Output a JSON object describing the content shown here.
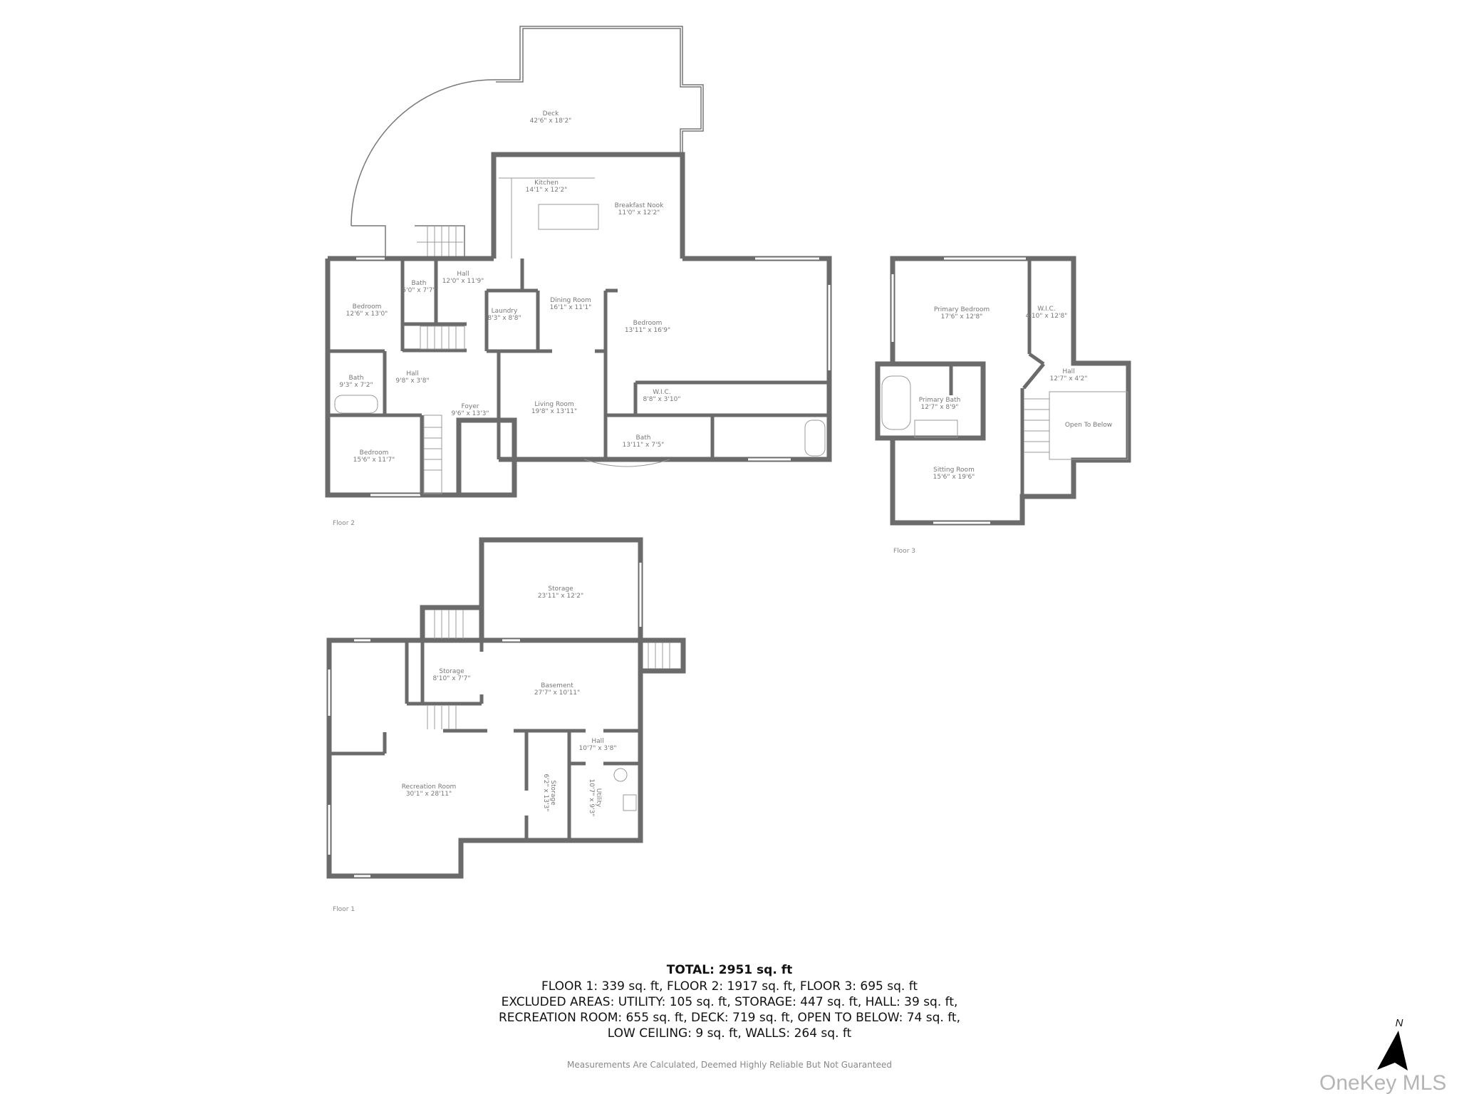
{
  "floor2": {
    "label": "Floor 2",
    "rooms": [
      {
        "name": "Deck",
        "dims": "42'6\" x 18'2\""
      },
      {
        "name": "Kitchen",
        "dims": "14'1\" x 12'2\""
      },
      {
        "name": "Breakfast Nook",
        "dims": "11'0\" x 12'2\""
      },
      {
        "name": "Hall",
        "dims": "12'0\" x 11'9\""
      },
      {
        "name": "Bath",
        "dims": "5'0\" x 7'7\""
      },
      {
        "name": "Bedroom",
        "dims": "12'6\" x 13'0\""
      },
      {
        "name": "Laundry",
        "dims": "8'3\" x 8'8\""
      },
      {
        "name": "Dining Room",
        "dims": "16'1\" x 11'1\""
      },
      {
        "name": "Bedroom",
        "dims": "13'11\" x 16'9\""
      },
      {
        "name": "Bath",
        "dims": "9'3\" x 7'2\""
      },
      {
        "name": "Hall",
        "dims": "9'8\" x 3'8\""
      },
      {
        "name": "Foyer",
        "dims": "9'6\" x 13'3\""
      },
      {
        "name": "Living Room",
        "dims": "19'8\" x 13'11\""
      },
      {
        "name": "W.I.C.",
        "dims": "8'8\" x 3'10\""
      },
      {
        "name": "Bath",
        "dims": "13'11\" x 7'5\""
      },
      {
        "name": "Bedroom",
        "dims": "15'6\" x 11'7\""
      }
    ]
  },
  "floor3": {
    "label": "Floor 3",
    "rooms": [
      {
        "name": "Primary Bedroom",
        "dims": "17'6\" x 12'8\""
      },
      {
        "name": "W.I.C.",
        "dims": "4'10\" x 12'8\""
      },
      {
        "name": "Hall",
        "dims": "12'7\" x 4'2\""
      },
      {
        "name": "Primary Bath",
        "dims": "12'7\" x 8'9\""
      },
      {
        "name": "Open To Below",
        "dims": ""
      },
      {
        "name": "Sitting Room",
        "dims": "15'6\" x 19'6\""
      }
    ]
  },
  "floor1": {
    "label": "Floor 1",
    "rooms": [
      {
        "name": "Storage",
        "dims": "23'11\" x 12'2\""
      },
      {
        "name": "Storage",
        "dims": "8'10\" x 7'7\""
      },
      {
        "name": "Basement",
        "dims": "27'7\" x 10'11\""
      },
      {
        "name": "Hall",
        "dims": "10'7\" x 3'8\""
      },
      {
        "name": "Recreation Room",
        "dims": "30'1\" x 28'11\""
      },
      {
        "name": "Storage",
        "dims": "6'2\" x 13'3\""
      },
      {
        "name": "Utility",
        "dims": "10'7\" x 9'3\""
      }
    ]
  },
  "summary": {
    "total": "TOTAL: 2951 sq. ft",
    "lines": [
      "FLOOR 1: 339 sq. ft, FLOOR 2: 1917 sq. ft, FLOOR 3: 695 sq. ft",
      "EXCLUDED AREAS: UTILITY: 105 sq. ft, STORAGE: 447 sq. ft, HALL: 39 sq. ft,",
      "RECREATION ROOM: 655 sq. ft, DECK: 719 sq. ft, OPEN TO BELOW: 74 sq. ft,",
      "LOW CEILING: 9 sq. ft, WALLS: 264 sq. ft"
    ],
    "disclaimer": "Measurements Are Calculated, Deemed Highly Reliable But Not Guaranteed"
  },
  "compass": {
    "label": "N"
  },
  "watermark": "OneKey MLS"
}
